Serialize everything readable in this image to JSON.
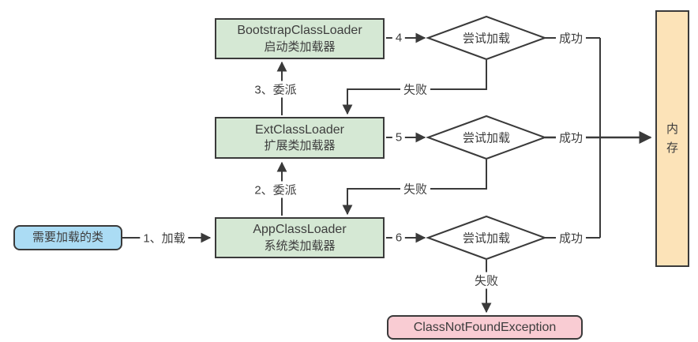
{
  "nodes": {
    "need_class": "需要加载的类",
    "bootstrap": {
      "name": "BootstrapClassLoader",
      "desc": "启动类加载器"
    },
    "ext": {
      "name": "ExtClassLoader",
      "desc": "扩展类加载器"
    },
    "app": {
      "name": "AppClassLoader",
      "desc": "系统类加载器"
    },
    "decision1": "尝试加载",
    "decision2": "尝试加载",
    "decision3": "尝试加载",
    "memory": "内存",
    "exception": "ClassNotFoundException"
  },
  "edges": {
    "load": "1、加载",
    "delegate_to_ext": "2、委派",
    "delegate_to_bootstrap": "3、委派",
    "step4": "4",
    "step5": "5",
    "step6": "6",
    "success1": "成功",
    "success2": "成功",
    "success3": "成功",
    "fail1": "失败",
    "fail2": "失败",
    "fail3": "失败"
  },
  "colors": {
    "loader_box_fill": "#d5e8d4",
    "need_class_fill": "#abdcf4",
    "memory_fill": "#fce3b8",
    "exception_fill": "#f9ccd3",
    "line": "#3a3a3a",
    "text": "#3d3d3d"
  }
}
